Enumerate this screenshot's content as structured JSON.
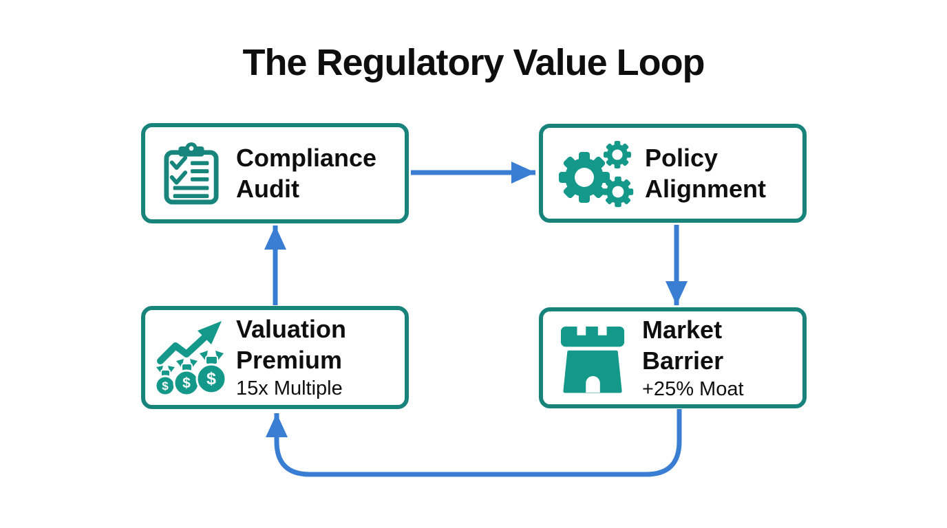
{
  "title": "The Regulatory Value Loop",
  "nodes": [
    {
      "id": "compliance-audit",
      "label_line1": "Compliance",
      "label_line2": "Audit",
      "icon": "clipboard-checklist-icon"
    },
    {
      "id": "policy-alignment",
      "label_line1": "Policy",
      "label_line2": "Alignment",
      "icon": "gears-icon"
    },
    {
      "id": "market-barrier",
      "label_line1": "Market",
      "label_line2": "Barrier",
      "subtitle": "+25% Moat",
      "icon": "castle-icon"
    },
    {
      "id": "valuation-premium",
      "label_line1": "Valuation",
      "label_line2": "Premium",
      "subtitle": "15x Multiple",
      "icon": "money-growth-icon"
    }
  ],
  "edges": [
    {
      "from": "compliance-audit",
      "to": "policy-alignment"
    },
    {
      "from": "policy-alignment",
      "to": "market-barrier"
    },
    {
      "from": "market-barrier",
      "to": "valuation-premium"
    },
    {
      "from": "valuation-premium",
      "to": "compliance-audit"
    }
  ],
  "colors": {
    "box_border_teal": "#18837a",
    "icon_teal": "#14988a",
    "arrow_blue": "#3a7ed4",
    "text": "#0e0e0e",
    "background": "#ffffff"
  }
}
